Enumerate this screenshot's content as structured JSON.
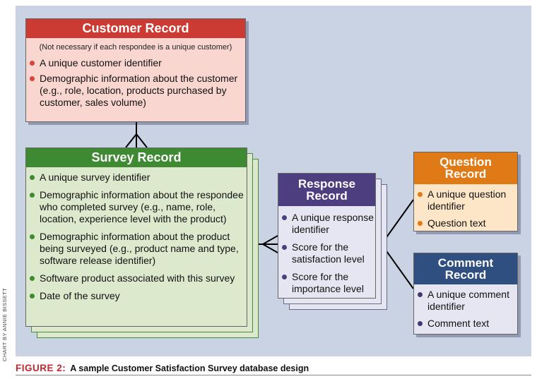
{
  "customer": {
    "title": "Customer Record",
    "note": "(Not necessary if each respondee is a unique customer)",
    "items": [
      "A unique customer identifier",
      "Demographic information about the customer (e.g., role, location, products purchased by customer, sales volume)"
    ],
    "colors": {
      "header": "#cc3b33",
      "body": "#f9d6cf"
    }
  },
  "survey": {
    "title": "Survey Record",
    "items": [
      "A unique survey identifier",
      "Demographic information about the respondee who completed survey (e.g., name, role, location, experience level with the product)",
      "Demographic information about the product being surveyed (e.g., product name and type, software release identifier)",
      "Software product associated with this survey",
      "Date of the survey"
    ],
    "colors": {
      "header": "#3e8a32",
      "body": "#dde9cd"
    }
  },
  "response": {
    "title_line1": "Response",
    "title_line2": "Record",
    "items": [
      "A unique response identifier",
      "Score for the satisfaction level",
      "Score for the importance level"
    ],
    "colors": {
      "header": "#4d3e80",
      "body": "#e6e6f2"
    }
  },
  "question": {
    "title_line1": "Question",
    "title_line2": "Record",
    "items": [
      "A unique question identifier",
      "Question text"
    ],
    "colors": {
      "header": "#df7a16",
      "body": "#fde6c7"
    }
  },
  "comment": {
    "title_line1": "Comment",
    "title_line2": "Record",
    "items": [
      "A unique comment identifier",
      "Comment text"
    ],
    "colors": {
      "header": "#2f4f80",
      "body": "#e6e6f2"
    }
  },
  "credit": "CHART BY ANNIE BISSETT",
  "caption": {
    "label": "FIGURE 2:",
    "text": "A sample Customer Satisfaction Survey database design"
  }
}
